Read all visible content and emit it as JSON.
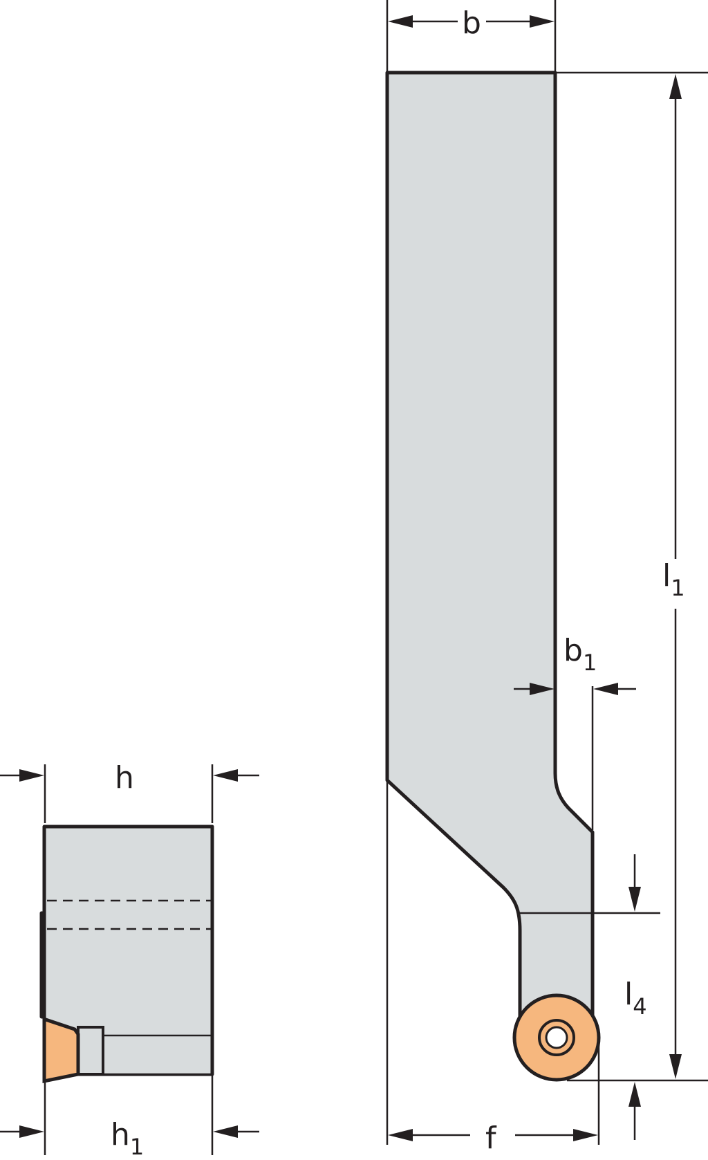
{
  "dimensions": {
    "b": "b",
    "b1": {
      "base": "b",
      "subscript": "1"
    },
    "l1": {
      "base": "l",
      "subscript": "1"
    },
    "l4": {
      "base": "l",
      "subscript": "4"
    },
    "f": "f",
    "h": "h",
    "h1": {
      "base": "h",
      "subscript": "1"
    }
  },
  "colors": {
    "body": "#d8dcdd",
    "insert": "#f6b77e",
    "line": "#231f20"
  }
}
